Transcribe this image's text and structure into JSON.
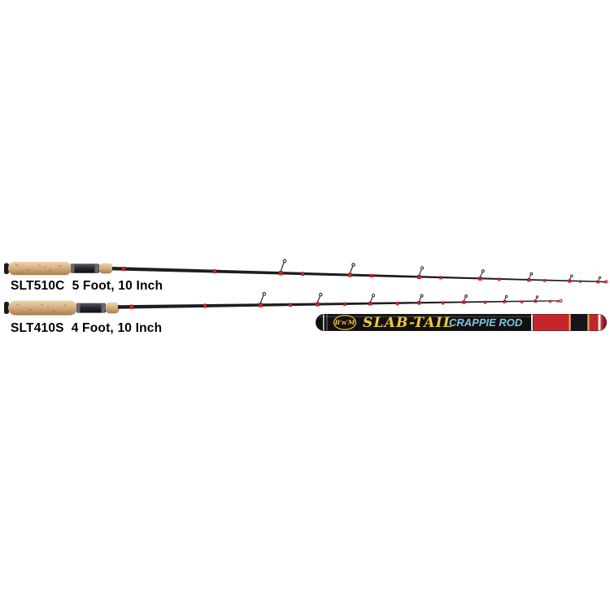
{
  "products": [
    {
      "model": "SLT510C",
      "length": "5 Foot, 10 Inch"
    },
    {
      "model": "SLT410S",
      "length": "4 Foot, 10 Inch"
    }
  ],
  "banner": {
    "logo": "B'n'M",
    "series": "SLAB-TAIL",
    "category": "CRAPPIE ROD"
  },
  "colors": {
    "background": "#ffffff",
    "cork": "#d7b285",
    "blank": "#1d1d1f",
    "wrap_red": "#c4262b",
    "banner_black": "#101010",
    "banner_gold": "#ecc93f",
    "banner_blue": "#7cc0dc",
    "banner_red": "#c4262b",
    "label_text": "#000000"
  }
}
